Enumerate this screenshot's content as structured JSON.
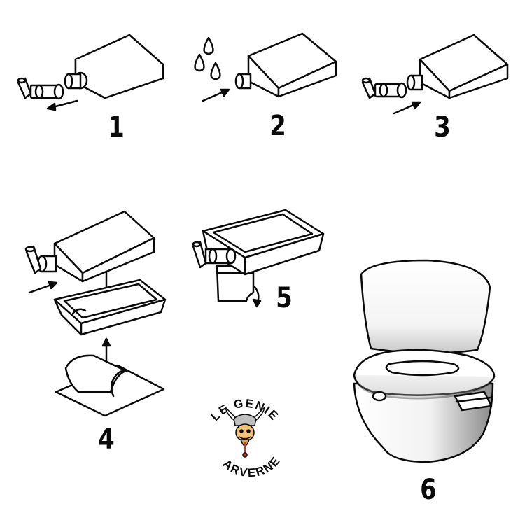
{
  "steps": [
    {
      "number": "1"
    },
    {
      "number": "2"
    },
    {
      "number": "3"
    },
    {
      "number": "4"
    },
    {
      "number": "5"
    },
    {
      "number": "6"
    }
  ],
  "logo": {
    "top_text": "LE GENIE",
    "bottom_text": "ARVERNE"
  },
  "colors": {
    "ink": "#0a0a0a",
    "paper": "#ffffff",
    "logo_orange": "#e8a13a",
    "logo_red": "#c0392b"
  },
  "icons": [
    "water-drops-icon",
    "arrow-icon",
    "paper-holder-icon",
    "refill-box-icon",
    "tray-icon",
    "toilet-icon",
    "viking-mascot-icon"
  ]
}
